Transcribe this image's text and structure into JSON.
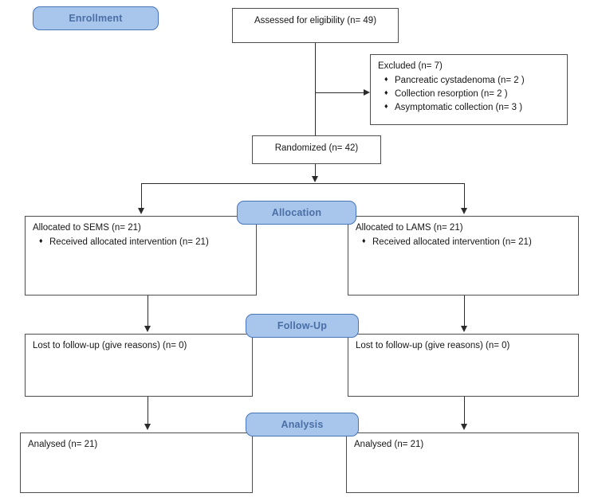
{
  "diagram": {
    "type": "consort-flow-diagram",
    "title": "CONSORT Flow Diagram",
    "colors": {
      "pill_fill": "#a8c5ec",
      "pill_border": "#4874b8",
      "pill_text": "#4a6fa5",
      "box_border": "#4d4d4d",
      "connector": "#2b2b2b",
      "background": "#ffffff"
    },
    "bullet_glyph": "♦"
  },
  "stages": {
    "enrollment": "Enrollment",
    "allocation": "Allocation",
    "followup": "Follow-Up",
    "analysis": "Analysis"
  },
  "enrollment": {
    "assessed": {
      "label": "Assessed for eligibility (n= 49)",
      "n": 49
    },
    "excluded": {
      "title": "Excluded (n= 7)",
      "n": 7,
      "reasons": [
        {
          "label": "Pancreatic cystadenoma (n= 2  )",
          "n": 2
        },
        {
          "label": "Collection resorption (n= 2 )",
          "n": 2
        },
        {
          "label": "Asymptomatic collection (n= 3 )",
          "n": 3
        }
      ]
    },
    "randomized": {
      "label": "Randomized (n= 42)",
      "n": 42
    }
  },
  "arms": {
    "left": {
      "allocation": {
        "title": "Allocated to SEMS (n= 21)",
        "n": 21,
        "items": [
          {
            "label": "Received allocated intervention (n= 21)",
            "n": 21
          }
        ]
      },
      "followup": {
        "title": "Lost to follow-up (give reasons) (n= 0)",
        "n": 0,
        "items": []
      },
      "analysis": {
        "title": "Analysed (n= 21)",
        "n": 21,
        "items": []
      }
    },
    "right": {
      "allocation": {
        "title": "Allocated to LAMS (n= 21)",
        "n": 21,
        "items": [
          {
            "label": "Received allocated intervention (n= 21)",
            "n": 21
          }
        ]
      },
      "followup": {
        "title": "Lost to follow-up (give reasons) (n= 0)",
        "n": 0,
        "items": []
      },
      "analysis": {
        "title": "Analysed (n= 21)",
        "n": 21,
        "items": []
      }
    }
  }
}
